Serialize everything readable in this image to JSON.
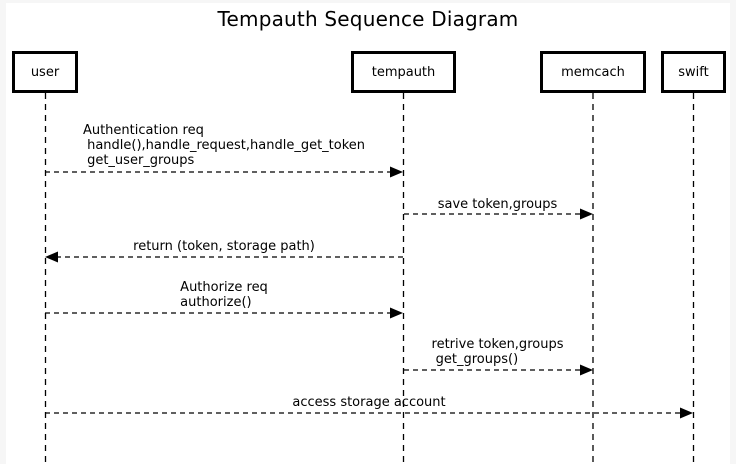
{
  "title": "Tempauth Sequence Diagram",
  "actors": [
    {
      "id": "user",
      "label": "user"
    },
    {
      "id": "tempauth",
      "label": "tempauth"
    },
    {
      "id": "memcach",
      "label": "memcach"
    },
    {
      "id": "swift",
      "label": "swift"
    }
  ],
  "messages": [
    {
      "from": "user",
      "to": "tempauth",
      "style": "dashed",
      "text": "Authentication req\n handle(),handle_request,handle_get_token\n get_user_groups"
    },
    {
      "from": "tempauth",
      "to": "memcach",
      "style": "dashed",
      "text": "save token,groups"
    },
    {
      "from": "tempauth",
      "to": "user",
      "style": "dashed",
      "text": "return (token, storage path)"
    },
    {
      "from": "user",
      "to": "tempauth",
      "style": "dashed",
      "text": "Authorize req\nauthorize()"
    },
    {
      "from": "tempauth",
      "to": "memcach",
      "style": "dashed",
      "text": "retrive token,groups\n get_groups()"
    },
    {
      "from": "user",
      "to": "swift",
      "style": "dashed",
      "text": "access storage account"
    }
  ],
  "colors": {
    "page_background": "#f6f6f6",
    "canvas_background": "#ffffff",
    "stroke": "#000000",
    "text": "#000000"
  }
}
